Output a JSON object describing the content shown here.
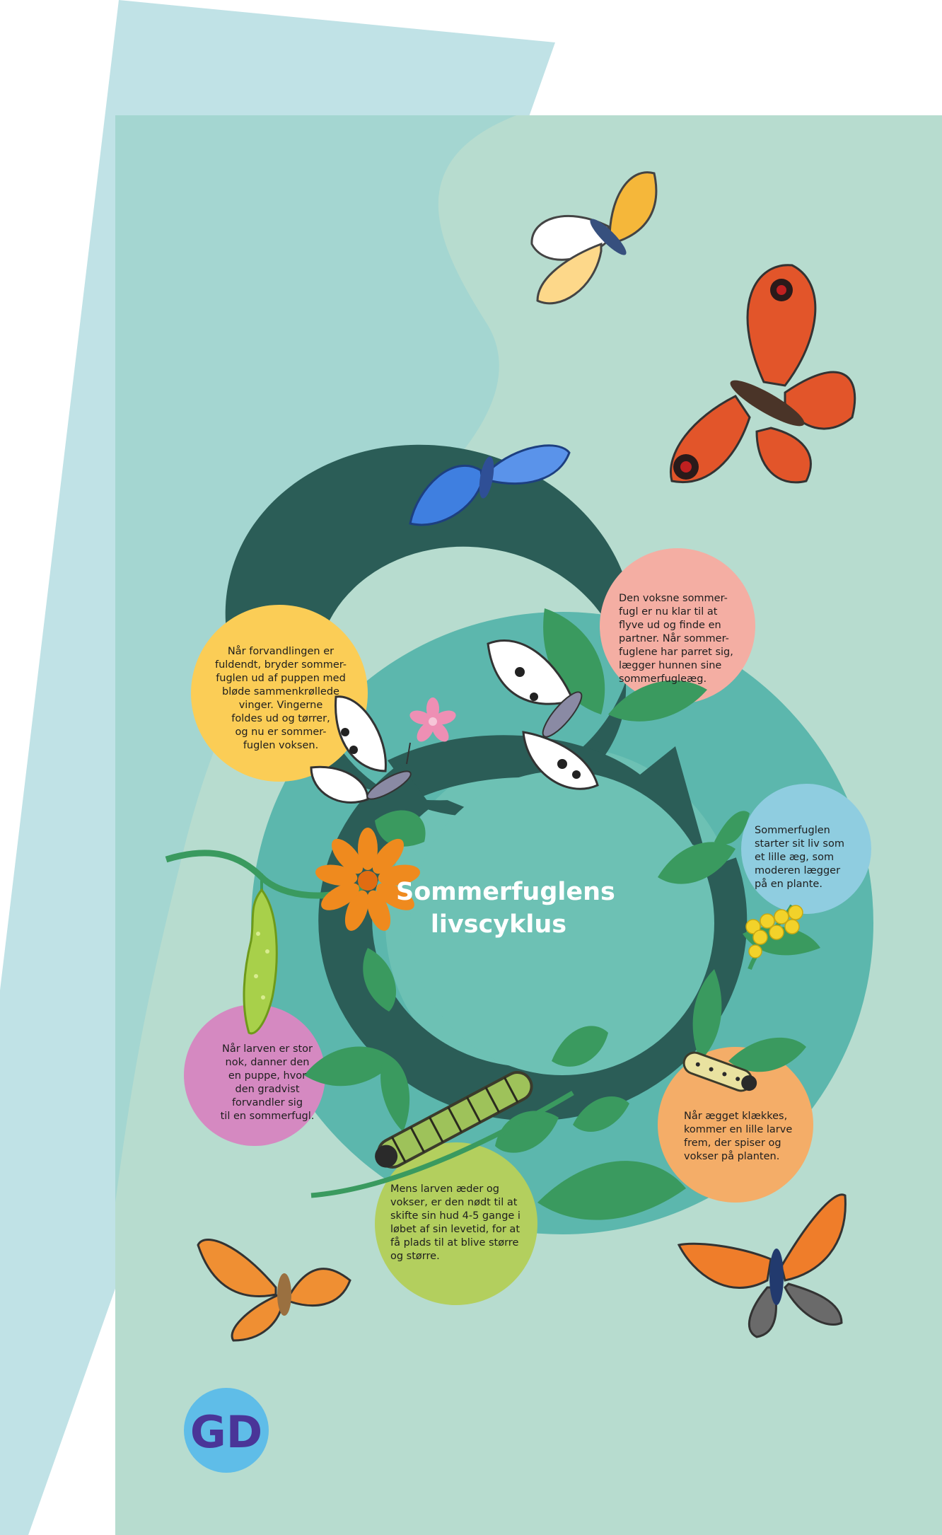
{
  "title": {
    "line1": "Sommerfuglens",
    "line2": "livscyklus"
  },
  "bubbles": {
    "adult": [
      "Den voksne sommer-",
      "fugl er nu klar til at",
      "flyve ud og finde en",
      "partner. Når sommer-",
      "fuglene har parret sig,",
      "lægger hunnen sine",
      "sommerfugleæg."
    ],
    "egg": [
      "Sommerfuglen",
      "starter sit liv som",
      "et lille æg, som",
      "moderen lægger",
      "på en plante."
    ],
    "hatch": [
      "Når ægget klækkes,",
      "kommer en lille larve",
      "frem, der spiser og",
      "vokser på planten."
    ],
    "larva": [
      "Mens larven æder og",
      "vokser, er den nødt til at",
      "skifte sin hud 4-5 gange i",
      "løbet af sin levetid, for at",
      "få plads til at blive større",
      "og større."
    ],
    "pupa": [
      "Når larven er stor",
      "nok, danner den",
      "en puppe, hvor",
      "den gradvist",
      "forvandler sig",
      "til en sommerfugl."
    ],
    "emerge": [
      "Når forvandlingen er",
      "fuldendt, bryder sommer-",
      "fuglen ud af puppen med",
      "bløde sammenkrøllede",
      "vinger. Vingerne",
      "foldes ud og tørrer,",
      "og nu er sommer-",
      "fuglen voksen."
    ]
  },
  "logo": {
    "text": "GD",
    "icon": "gd-logo-icon"
  },
  "colors": {
    "background_mint": "#b7dccf",
    "left_band": "#c0e2e6",
    "curve_band": "#a4d6d1",
    "outer_ring": "#5cb7ad",
    "inner_disk": "#6dc1b4",
    "arrow": "#2b5d57",
    "bubble_adult": "#f4aea3",
    "bubble_egg": "#8fcde0",
    "bubble_hatch": "#f4ad68",
    "bubble_larva": "#b3cf5e",
    "bubble_pupa": "#d589c1",
    "bubble_emerge": "#fbcd56",
    "leaf": "#3a9a5f",
    "logo_circle": "#5fbde8",
    "logo_letters": "#4a3598"
  }
}
